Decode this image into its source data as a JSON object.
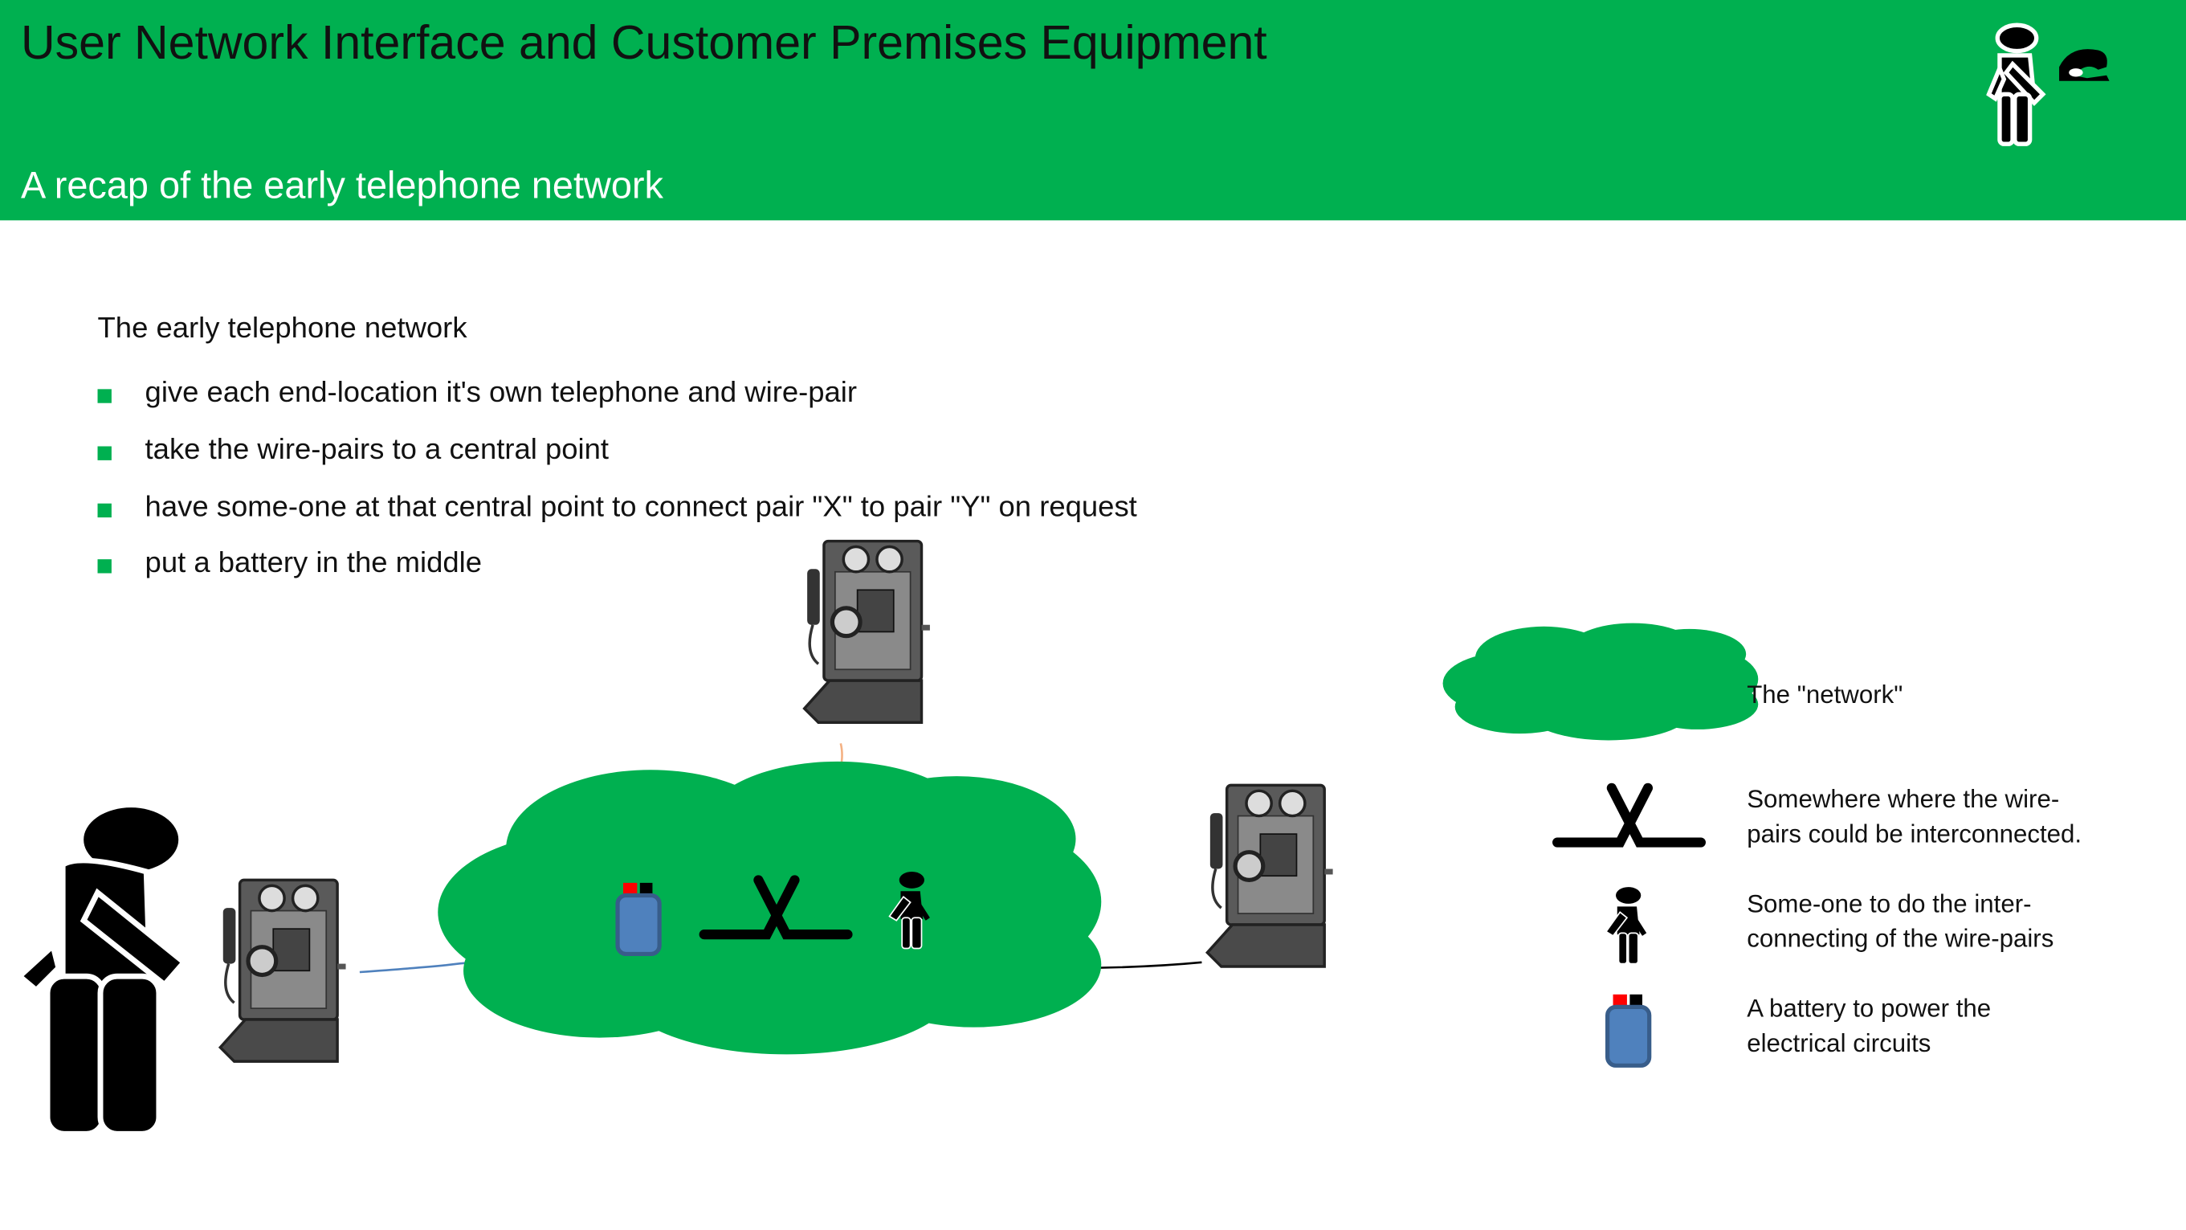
{
  "header": {
    "title": "User Network Interface and Customer Premises Equipment",
    "subtitle": "A recap of the early telephone network",
    "icon": "operator-with-telephone-icon"
  },
  "content": {
    "intro": "The early telephone network",
    "bullets": [
      "give each end-location it's own telephone and wire-pair",
      "take the wire-pairs to a central point",
      "have some-one at that central point to connect pair \"X\" to pair \"Y\" on request",
      "put a battery in the middle"
    ]
  },
  "legend": {
    "network": "The \"network\"",
    "switch_line1": "Somewhere where the wire-",
    "switch_line2": "pairs could be interconnected.",
    "operator_line1": "Some-one to do the inter-",
    "operator_line2": "connecting of the wire-pairs",
    "battery_line1": "A battery to power the",
    "battery_line2": "electrical circuits"
  },
  "colors": {
    "brand_green": "#00b050",
    "battery_blue": "#4f81bd",
    "battery_red": "#ff0000"
  }
}
